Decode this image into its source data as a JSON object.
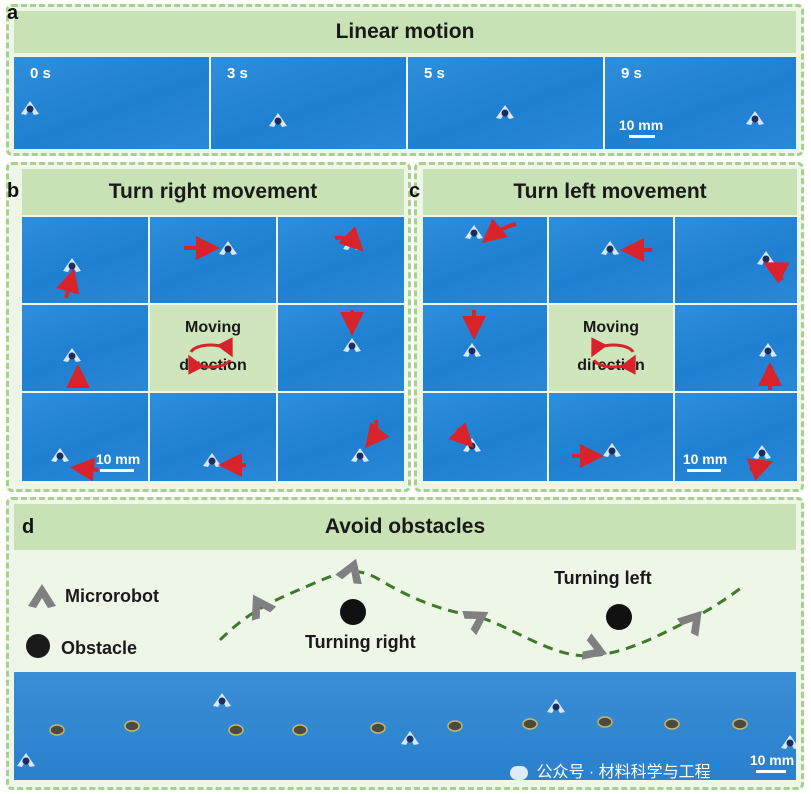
{
  "panel_a": {
    "letter": "a",
    "title": "Linear motion",
    "frames": [
      "0 s",
      "3 s",
      "5 s",
      "9 s"
    ],
    "scale": "10 mm"
  },
  "panel_b": {
    "letter": "b",
    "title": "Turn right movement",
    "center_top": "Moving",
    "center_bottom": "direction",
    "scale": "10 mm"
  },
  "panel_c": {
    "letter": "c",
    "title": "Turn left movement",
    "center_top": "Moving",
    "center_bottom": "direction",
    "scale": "10 mm"
  },
  "panel_d": {
    "letter": "d",
    "title": "Avoid obstacles",
    "legend_robot": "Microrobot",
    "legend_obstacle": "Obstacle",
    "turning_right": "Turning right",
    "turning_left": "Turning left",
    "scale": "10 mm"
  },
  "watermark": "公众号 · 材料科学与工程",
  "colors": {
    "water": "#2a88d8",
    "header": "#c9e2b5",
    "arrow": "#d9232a",
    "path": "#3f7a2a",
    "robot_icon": "#7f7f7f"
  }
}
